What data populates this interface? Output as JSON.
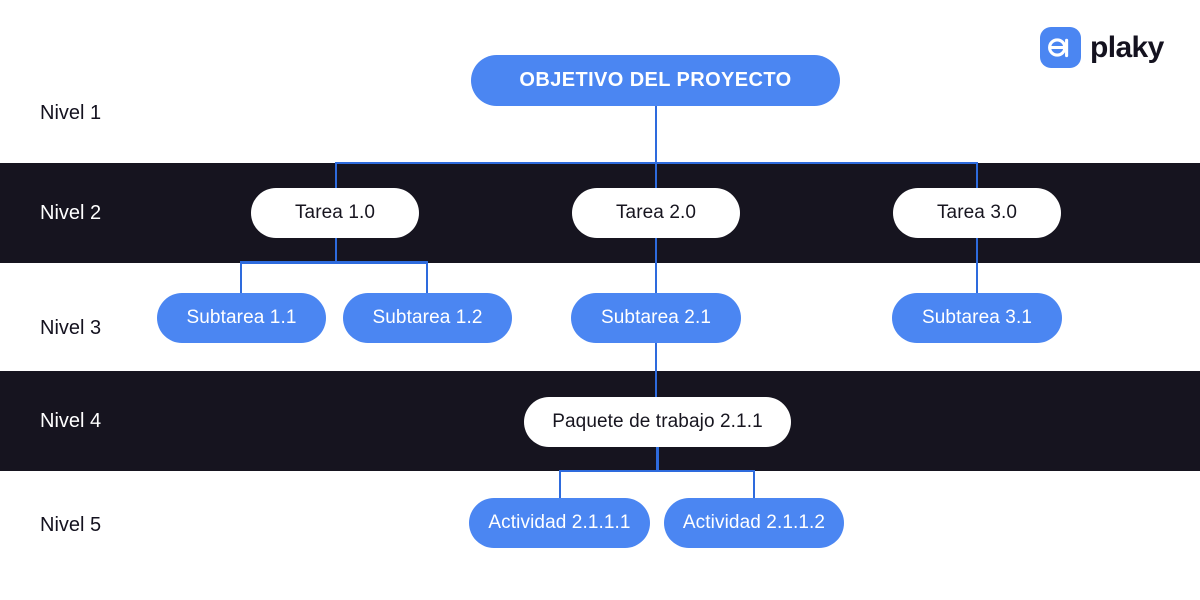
{
  "logo": {
    "text": "plaky"
  },
  "levels": [
    {
      "label": "Nivel 1"
    },
    {
      "label": "Nivel 2"
    },
    {
      "label": "Nivel 3"
    },
    {
      "label": "Nivel 4"
    },
    {
      "label": "Nivel 5"
    }
  ],
  "nodes": {
    "objective": {
      "label": "OBJETIVO DEL PROYECTO"
    },
    "tarea_1": {
      "label": "Tarea 1.0"
    },
    "tarea_2": {
      "label": "Tarea 2.0"
    },
    "tarea_3": {
      "label": "Tarea 3.0"
    },
    "subtarea_11": {
      "label": "Subtarea 1.1"
    },
    "subtarea_12": {
      "label": "Subtarea 1.2"
    },
    "subtarea_21": {
      "label": "Subtarea 2.1"
    },
    "subtarea_31": {
      "label": "Subtarea 3.1"
    },
    "paquete_211": {
      "label": "Paquete de trabajo 2.1.1"
    },
    "actividad_2111": {
      "label": "Actividad 2.1.1.1"
    },
    "actividad_2112": {
      "label": "Actividad 2.1.1.2"
    }
  },
  "colors": {
    "pill_blue": "#4b86f2",
    "connector_blue": "#2e6bdd",
    "band_dark": "#16141f",
    "background": "#ffffff",
    "text_dark": "#14121f"
  }
}
